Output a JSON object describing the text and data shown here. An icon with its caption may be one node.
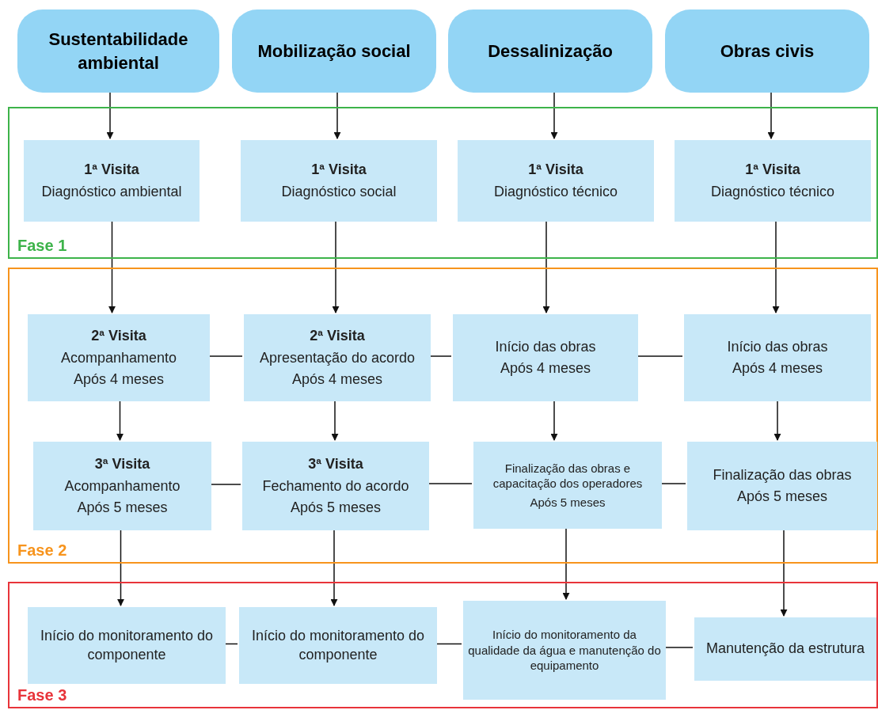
{
  "diagram": {
    "nodes": [
      {
        "text": [
          "Sustentabilidade ambiental"
        ]
      },
      {
        "text": [
          "Mobilização social"
        ]
      },
      {
        "text": [
          "Dessalinização"
        ]
      },
      {
        "text": [
          "Obras civis"
        ]
      },
      {
        "text": [
          "Fase 1"
        ]
      },
      {
        "text": [
          "1ª Visita",
          "Diagnóstico ambiental"
        ],
        "in": 4
      },
      {
        "text": [
          "1ª Visita",
          "Diagnóstico social"
        ],
        "in": 4
      },
      {
        "text": [
          "1ª Visita",
          "Diagnóstico técnico"
        ],
        "in": 4
      },
      {
        "text": [
          "1ª Visita",
          "Diagnóstico técnico"
        ],
        "in": 4
      },
      {
        "text": [
          "Fase 2"
        ]
      },
      {
        "text": [
          "2ª Visita",
          "Acompanhamento",
          "Após 4 meses"
        ],
        "in": 9
      },
      {
        "text": [
          "2ª Visita",
          "Apresentação do acordo",
          "Após 4 meses"
        ],
        "in": 9
      },
      {
        "text": [
          "Início das obras",
          "Após 4 meses"
        ],
        "in": 9
      },
      {
        "text": [
          "Início das obras",
          "Após 4 meses"
        ],
        "in": 9
      },
      {
        "text": [
          "3ª Visita",
          "Acompanhamento",
          "Após 5 meses"
        ],
        "in": 9
      },
      {
        "text": [
          "3ª Visita",
          "Fechamento do acordo",
          "Após 5 meses"
        ],
        "in": 9
      },
      {
        "text": [
          "Finalização das obras e capacitação dos operadores",
          "Após 5 meses"
        ],
        "in": 9
      },
      {
        "text": [
          "Finalização das obras",
          "Após 5 meses"
        ],
        "in": 9
      },
      {
        "text": [
          "Fase 3"
        ]
      },
      {
        "text": [
          "Início do monitoramento do componente"
        ],
        "in": 18
      },
      {
        "text": [
          "Início do monitoramento do componente"
        ],
        "in": 18
      },
      {
        "text": [
          "Início do monitoramento da qualidade da água e manutenção do equipamento"
        ],
        "in": 18
      },
      {
        "text": [
          "Manutenção da estrutura"
        ],
        "in": 18
      }
    ],
    "edges": [
      {
        "from": 0,
        "to": 5,
        "arrow": "to"
      },
      {
        "from": 1,
        "to": 6,
        "arrow": "to"
      },
      {
        "from": 2,
        "to": 7,
        "arrow": "to"
      },
      {
        "from": 3,
        "to": 8,
        "arrow": "to"
      },
      {
        "from": 5,
        "to": 10,
        "arrow": "to"
      },
      {
        "from": 6,
        "to": 11,
        "arrow": "to"
      },
      {
        "from": 7,
        "to": 12,
        "arrow": "to"
      },
      {
        "from": 8,
        "to": 13,
        "arrow": "to"
      },
      {
        "from": 10,
        "to": 14,
        "arrow": "to"
      },
      {
        "from": 11,
        "to": 15,
        "arrow": "to"
      },
      {
        "from": 12,
        "to": 16,
        "arrow": "to"
      },
      {
        "from": 13,
        "to": 17,
        "arrow": "to"
      },
      {
        "from": 14,
        "to": 19,
        "arrow": "to"
      },
      {
        "from": 15,
        "to": 20,
        "arrow": "to"
      },
      {
        "from": 16,
        "to": 21,
        "arrow": "to"
      },
      {
        "from": 17,
        "to": 22,
        "arrow": "to"
      },
      {
        "from": 10,
        "to": 11,
        "arrow": "none"
      },
      {
        "from": 11,
        "to": 12,
        "arrow": "none"
      },
      {
        "from": 12,
        "to": 13,
        "arrow": "none"
      },
      {
        "from": 14,
        "to": 15,
        "arrow": "none"
      },
      {
        "from": 15,
        "to": 16,
        "arrow": "none"
      },
      {
        "from": 16,
        "to": 17,
        "arrow": "none"
      },
      {
        "from": 19,
        "to": 20,
        "arrow": "none"
      },
      {
        "from": 20,
        "to": 21,
        "arrow": "none"
      },
      {
        "from": 21,
        "to": 22,
        "arrow": "none"
      }
    ]
  }
}
